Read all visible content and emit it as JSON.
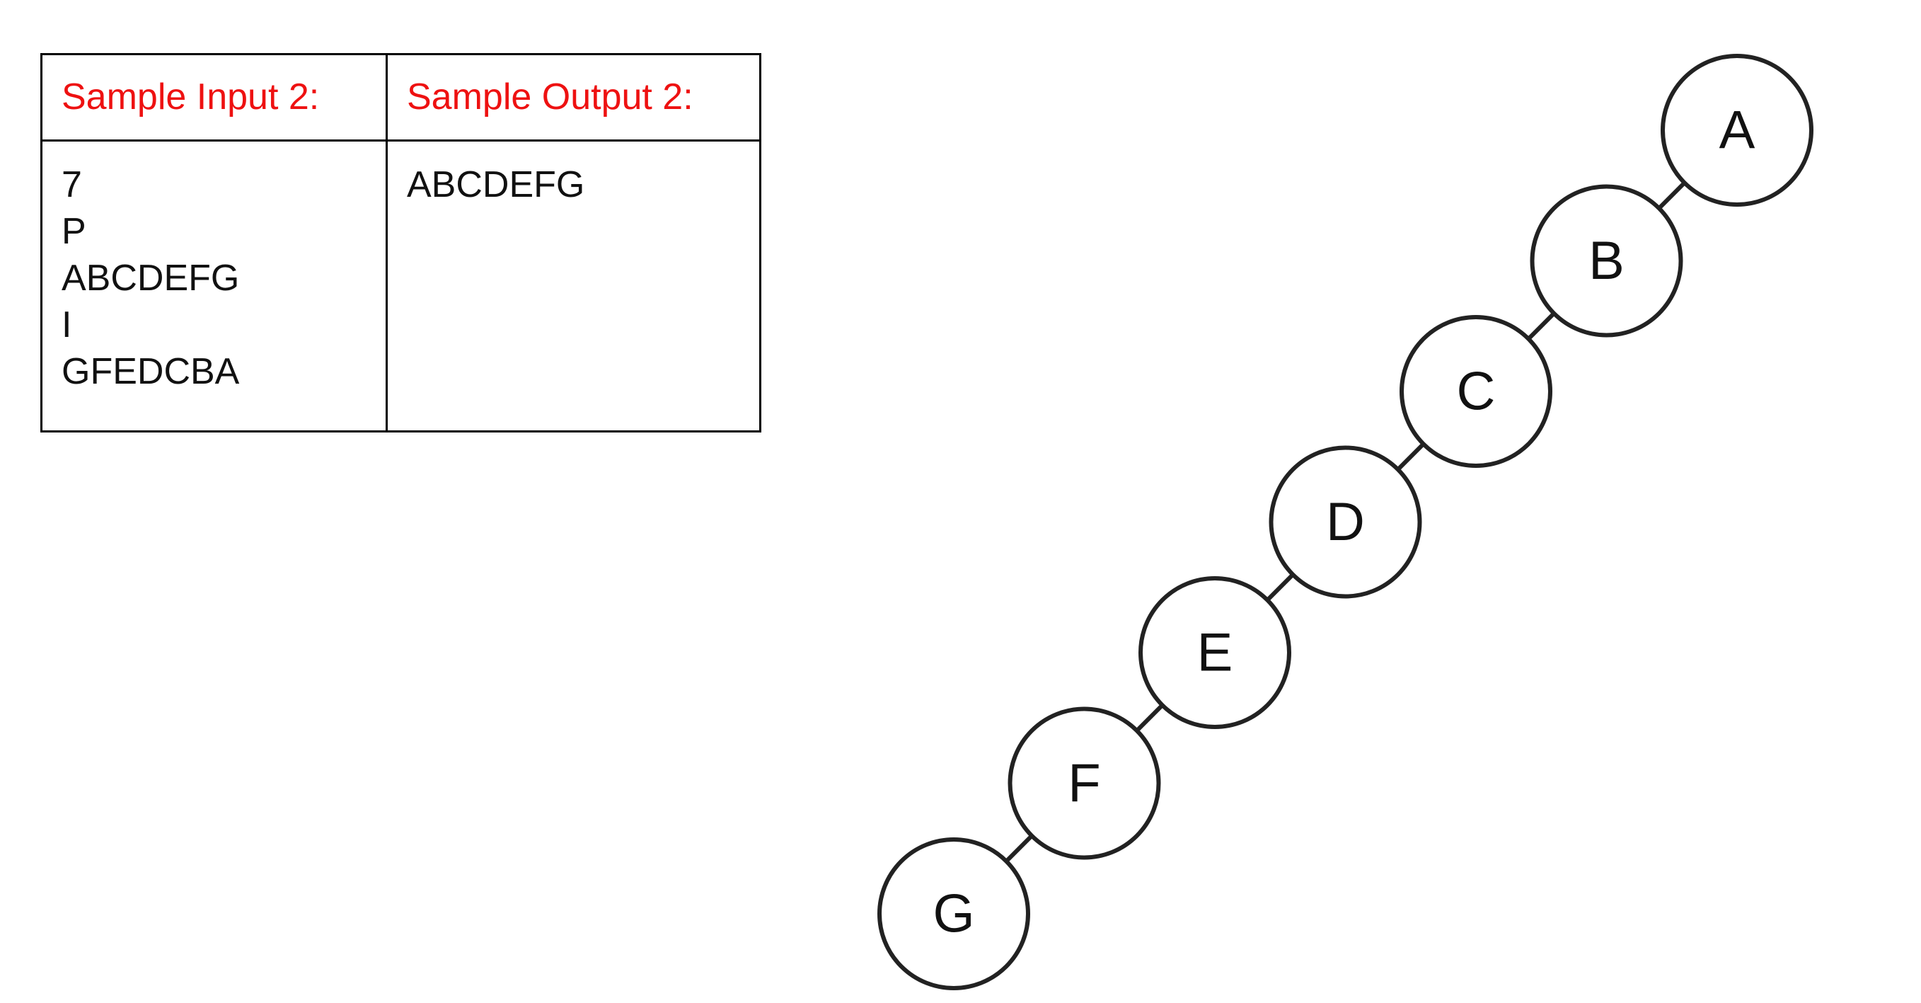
{
  "table": {
    "header": {
      "input": "Sample Input 2:",
      "output": "Sample Output 2:"
    },
    "input_lines": [
      "7",
      "P",
      "ABCDEFG",
      "I",
      "GFEDCBA"
    ],
    "output_lines": [
      "ABCDEFG"
    ]
  },
  "tree": {
    "nodes": [
      "A",
      "B",
      "C",
      "D",
      "E",
      "F",
      "G"
    ],
    "edges": [
      [
        "A",
        "B"
      ],
      [
        "B",
        "C"
      ],
      [
        "C",
        "D"
      ],
      [
        "D",
        "E"
      ],
      [
        "E",
        "F"
      ],
      [
        "F",
        "G"
      ]
    ]
  },
  "colors": {
    "header_text": "#ee1111",
    "border": "#000000",
    "node_stroke": "#222222"
  }
}
